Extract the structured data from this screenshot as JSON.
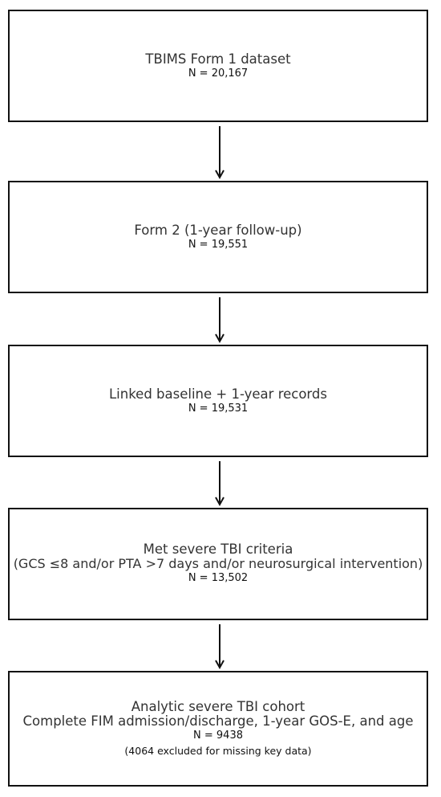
{
  "flowchart": {
    "boxes": [
      {
        "title": "TBIMS Form 1 dataset",
        "n": "N = 20,167"
      },
      {
        "title": "Form 2 (1-year follow-up)",
        "n": "N = 19,551"
      },
      {
        "title": "Linked baseline + 1-year records",
        "n": "N = 19,531"
      },
      {
        "title": "Met severe TBI criteria",
        "subtitle": "(GCS ≤8 and/or PTA >7 days and/or neurosurgical intervention)",
        "n": "N = 13,502"
      },
      {
        "title": "Analytic severe TBI cohort",
        "subtitle": "Complete FIM admission/discharge, 1-year GOS-E, and age",
        "n": "N = 9438",
        "note": "(4064 excluded for missing key data)"
      }
    ],
    "colors": {
      "border": "#111111",
      "text": "#333333",
      "arrow": "#111111"
    }
  }
}
